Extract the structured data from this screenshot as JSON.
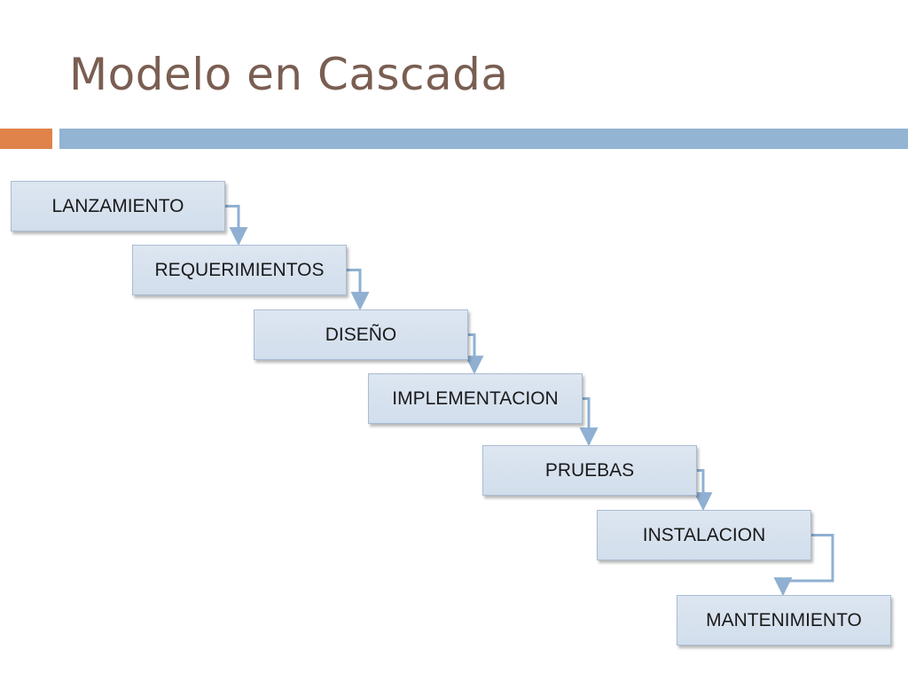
{
  "slide": {
    "title": "Modelo en Cascada"
  },
  "diagram": {
    "steps": [
      {
        "id": "lanzamiento",
        "label": "LANZAMIENTO"
      },
      {
        "id": "requerimientos",
        "label": "REQUERIMIENTOS"
      },
      {
        "id": "diseno",
        "label": "DISEÑO"
      },
      {
        "id": "implementacion",
        "label": "IMPLEMENTACION"
      },
      {
        "id": "pruebas",
        "label": "PRUEBAS"
      },
      {
        "id": "instalacion",
        "label": "INSTALACION"
      },
      {
        "id": "mantenimiento",
        "label": "MANTENIMIENTO"
      }
    ],
    "colors": {
      "title": "#7a5e52",
      "accent_orange": "#e0834a",
      "accent_blue": "#93b4d3",
      "box_fill": "#d5e0ed",
      "box_border": "#a9bcd3",
      "connector": "#8fb0d2"
    }
  }
}
